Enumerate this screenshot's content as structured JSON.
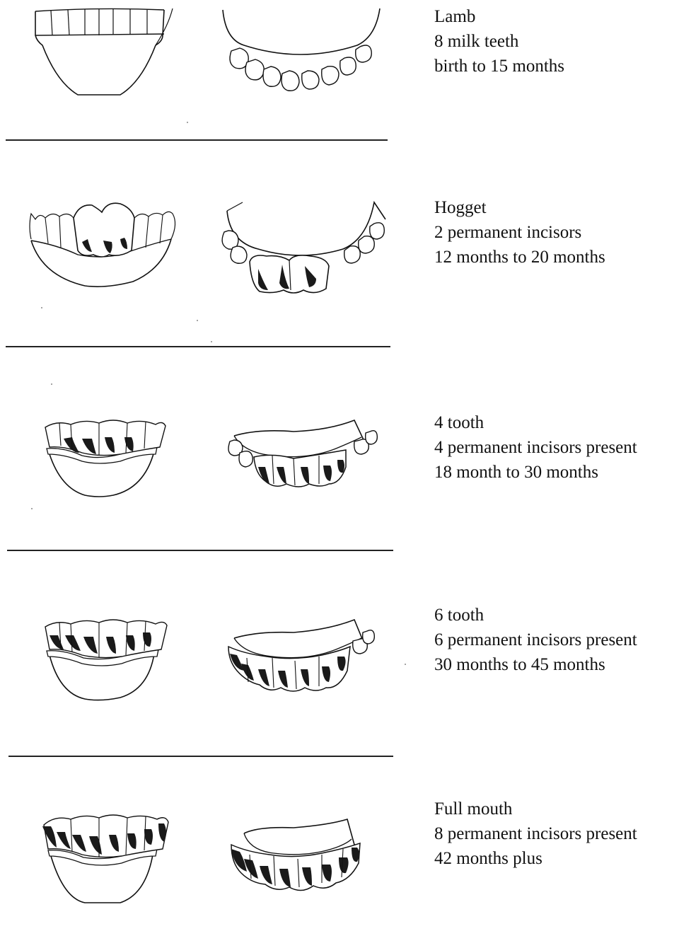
{
  "stages": [
    {
      "id": "lamb",
      "name": "Lamb",
      "teeth": "8 milk teeth",
      "age": "birth to 15 months",
      "permanent": 0,
      "stain": 0
    },
    {
      "id": "hogget",
      "name": "Hogget",
      "teeth": "2 permanent incisors",
      "age": "12 months to 20 months",
      "permanent": 2,
      "stain": 1
    },
    {
      "id": "four-tooth",
      "name": "4 tooth",
      "teeth": "4 permanent incisors present",
      "age": "18 month to 30 months",
      "permanent": 4,
      "stain": 2
    },
    {
      "id": "six-tooth",
      "name": "6 tooth",
      "teeth": "6 permanent incisors present",
      "age": "30 months to 45 months",
      "permanent": 6,
      "stain": 3
    },
    {
      "id": "full-mouth",
      "name": "Full mouth",
      "teeth": "8 permanent incisors present",
      "age": "42 months plus",
      "permanent": 8,
      "stain": 4
    }
  ],
  "colors": {
    "ink": "#111111",
    "stain": "#1a1a1a",
    "paper": "#ffffff"
  }
}
